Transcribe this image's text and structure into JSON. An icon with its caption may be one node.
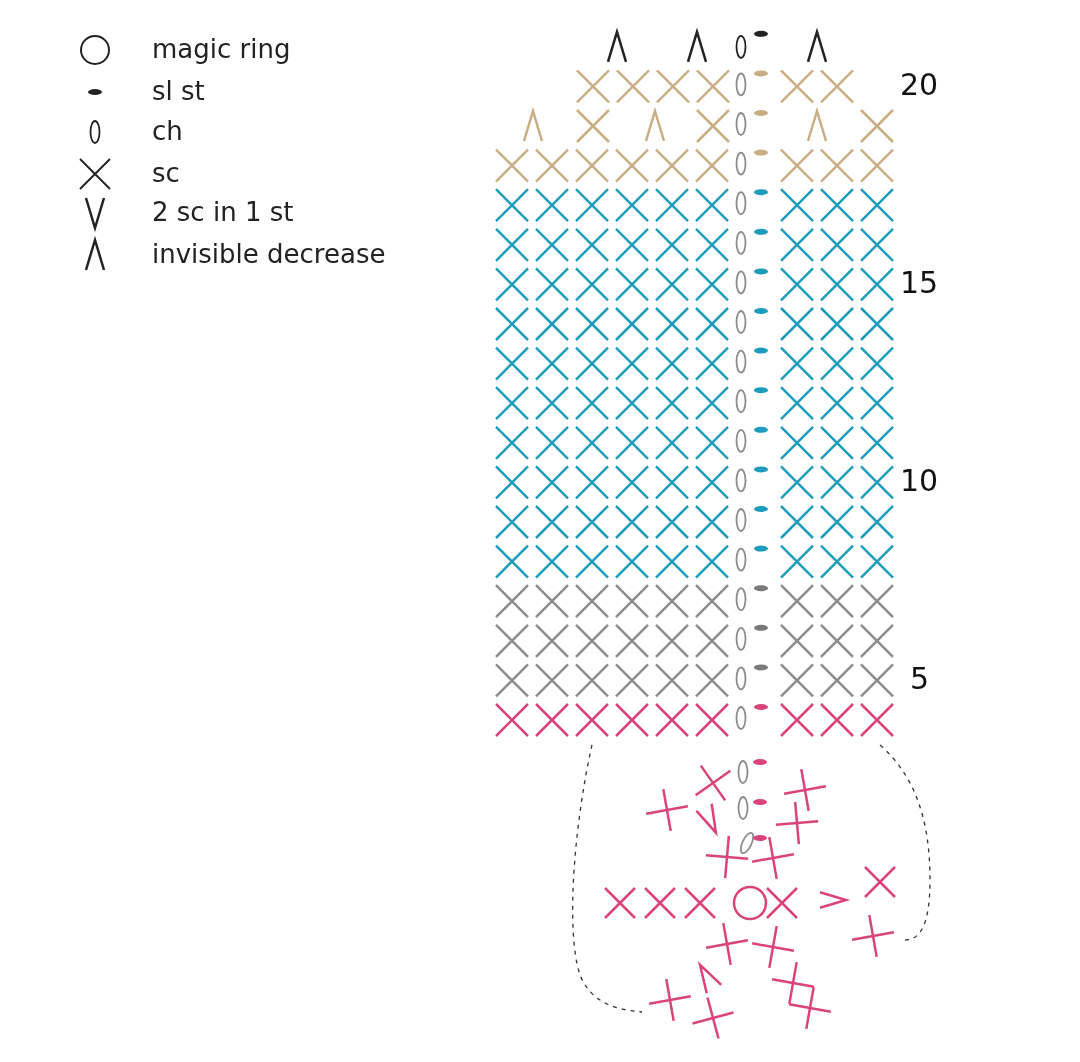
{
  "diagram": {
    "legend": [
      {
        "text": "magic ring"
      },
      {
        "text": "sl st"
      },
      {
        "text": "ch"
      },
      {
        "text": "sc"
      },
      {
        "text": "2 sc in 1 st"
      },
      {
        "text": "invisible decrease"
      }
    ],
    "labels": [
      "20",
      "15",
      "10",
      "5"
    ]
  }
}
